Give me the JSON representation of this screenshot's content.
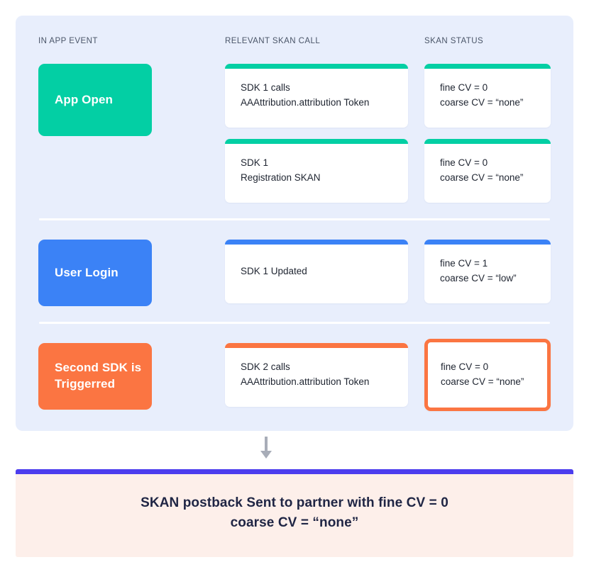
{
  "columns": {
    "in_app_event": "IN APP EVENT",
    "relevant_skan_call": "RELEVANT SKAN CALL",
    "skan_status": "SKAN STATUS"
  },
  "colors": {
    "panel_bg": "#E8EEFC",
    "teal": "#03CFA4",
    "blue": "#3B82F6",
    "orange": "#FB7542",
    "purple": "#4C3DEE",
    "banner_bg": "#FDEFEA",
    "arrow_gray": "#A8ADB8",
    "header_text": "#4A5568",
    "card_text": "#1E2430",
    "banner_text": "#1F2544"
  },
  "rows": [
    {
      "event": "App Open",
      "accent": "#03CFA4",
      "cards": [
        {
          "call": "SDK 1 calls\nAAAttribution.attribution Token",
          "status": "fine CV = 0\ncoarse CV = “none”"
        },
        {
          "call": "SDK 1\nRegistration SKAN",
          "status": "fine CV = 0\ncoarse CV = “none”"
        }
      ]
    },
    {
      "event": "User Login",
      "accent": "#3B82F6",
      "cards": [
        {
          "call": "SDK 1 Updated",
          "status": "fine CV = 1\ncoarse CV = “low”"
        }
      ]
    },
    {
      "event": "Second SDK\nis Triggerred",
      "accent": "#FB7542",
      "cards": [
        {
          "call": "SDK 2 calls\nAAAttribution.attribution Token",
          "status": "fine CV = 0\ncoarse CV = “none”",
          "status_highlighted": true
        }
      ]
    }
  ],
  "arrow": {
    "icon": "arrow-down-icon"
  },
  "banner": {
    "text": "SKAN postback Sent to partner with fine CV = 0\ncoarse CV = “none”"
  }
}
